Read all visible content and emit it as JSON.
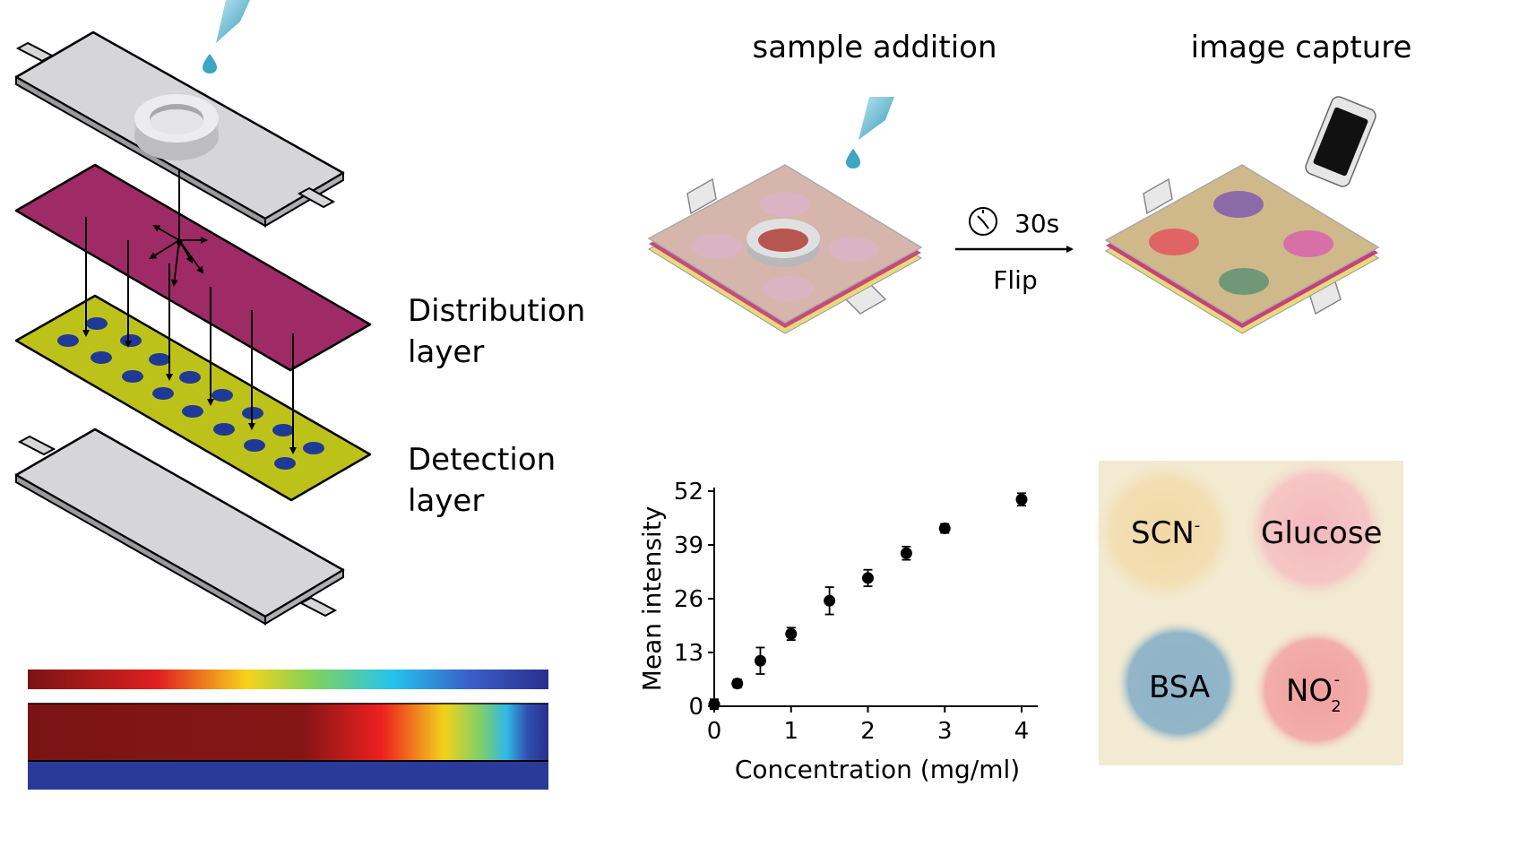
{
  "labels": {
    "sample_addition": "sample addition",
    "image_capture": "image capture",
    "distribution_line1": "Distribution",
    "distribution_line2": "layer",
    "detection_line1": "Detection",
    "detection_line2": "layer",
    "time": "30s",
    "flip": "Flip"
  },
  "result_spots": {
    "scn": "SCN",
    "scn_sup": "-",
    "glucose": "Glucose",
    "bsa": "BSA",
    "no2": "NO",
    "no2_sub": "2",
    "no2_sup": "-"
  },
  "colors": {
    "distribution_layer": "#9e2a66",
    "detection_layer": "#bcc21a",
    "detection_spots": "#1f3a96",
    "plate_gray": "#d6d6d8"
  },
  "chart_data": {
    "type": "scatter",
    "xlabel": "Concentration (mg/ml)",
    "ylabel": "Mean intensity",
    "xlim": [
      0,
      4
    ],
    "ylim": [
      0,
      52
    ],
    "xticks": [
      0,
      1,
      2,
      3,
      4
    ],
    "yticks": [
      0,
      13,
      26,
      39,
      52
    ],
    "points": [
      {
        "x": 0,
        "y": 0.5,
        "err": 1.2
      },
      {
        "x": 0.3,
        "y": 5.5,
        "err": 1.0
      },
      {
        "x": 0.6,
        "y": 11,
        "err": 3.2
      },
      {
        "x": 1,
        "y": 17.5,
        "err": 1.5
      },
      {
        "x": 1.5,
        "y": 25.5,
        "err": 3.3
      },
      {
        "x": 2,
        "y": 31,
        "err": 2.0
      },
      {
        "x": 2.5,
        "y": 37,
        "err": 1.6
      },
      {
        "x": 3,
        "y": 43,
        "err": 1.1
      },
      {
        "x": 4,
        "y": 50,
        "err": 1.5
      }
    ]
  }
}
